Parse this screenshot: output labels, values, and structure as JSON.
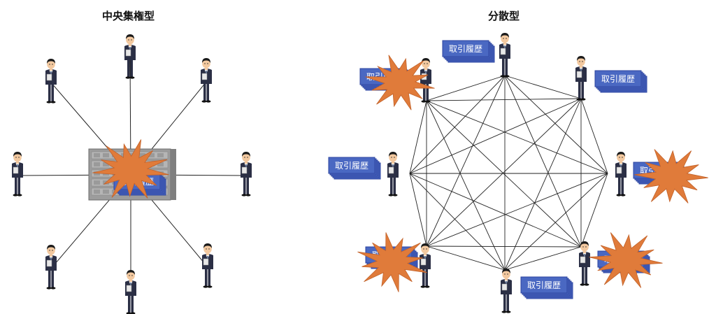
{
  "titles": {
    "centralized": "中央集権型",
    "decentralized": "分散型"
  },
  "ledger_label": "取引履歴",
  "colors": {
    "ledger_blue": "#4a68c2",
    "ledger_border": "#2d45a0",
    "explosion": "#e07b3a",
    "server_gray": "#9c9c9c",
    "suit": "#2b2f45",
    "skin": "#f3c9a0",
    "hair": "#1a1a1a",
    "line": "#222222"
  },
  "icons": [
    "person-icon",
    "server-icon",
    "ledger-stack-icon",
    "explosion-icon"
  ]
}
